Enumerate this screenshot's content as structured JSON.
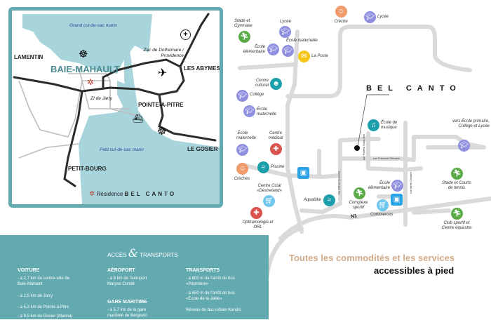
{
  "inset_map": {
    "seas": {
      "north": "Grand cul-de-sac marin",
      "south": "Petit cul-de-sac marin"
    },
    "towns": {
      "lamentin": "LAMENTIN",
      "baie_mahault": "BAIE-MAHAULT",
      "les_abymes": "LES ABYMES",
      "pointe_a_pitre": "POINTE-A-PITRE",
      "le_gosier": "LE GOSIER",
      "petit_bourg": "PETIT-BOURG"
    },
    "areas": {
      "zac": "Zac de Dothémare / Providence",
      "zi": "ZI de Jarry"
    },
    "legend": {
      "prefix": "Résidence",
      "name": "BEL CANTO",
      "marker_color": "#c0392b"
    },
    "colors": {
      "water": "#a8d4dc",
      "frame": "#62a9b0",
      "main_road": "#2b2b2b",
      "secondary_road": "#bdbdbd"
    }
  },
  "local_map": {
    "residence": "BEL CANTO",
    "road": "N1",
    "streets": {
      "saint_eloi": "rue Patrick Saint-Eloi",
      "glissant": "rue Edouard Glissant",
      "gravelot": "rue Arthur Gravelot",
      "cesaire": "rue Aimé Césaire"
    },
    "poi": [
      {
        "label": "Crèche",
        "icon": "baby-icon",
        "color": "#ee9a6a"
      },
      {
        "label": "Lycée",
        "icon": "graduation-cap-icon",
        "color": "#8f8fe0"
      },
      {
        "label": "Stade et Gymnase",
        "icon": "runner-icon",
        "color": "#5aab47"
      },
      {
        "label": "Lycée",
        "icon": "graduation-cap-icon",
        "color": "#8f8fe0"
      },
      {
        "label": "École élémentaire",
        "icon": "graduation-cap-icon",
        "color": "#8f8fe0"
      },
      {
        "label": "École maternelle",
        "icon": "graduation-cap-icon",
        "color": "#8f8fe0"
      },
      {
        "label": "La Poste",
        "icon": "envelope-icon",
        "color": "#f5c518"
      },
      {
        "label": "Centre culturel",
        "icon": "theater-masks-icon",
        "color": "#1c9faa"
      },
      {
        "label": "Collège",
        "icon": "graduation-cap-icon",
        "color": "#8f8fe0"
      },
      {
        "label": "École maternelle",
        "icon": "graduation-cap-icon",
        "color": "#8f8fe0"
      },
      {
        "label": "École de musique",
        "icon": "music-note-icon",
        "color": "#1c9faa"
      },
      {
        "label": "vers École primaire, Collège et Lycée",
        "icon": "graduation-cap-icon",
        "color": "#8f8fe0"
      },
      {
        "label": "École maternelle",
        "icon": "graduation-cap-icon",
        "color": "#8f8fe0"
      },
      {
        "label": "Centre médical",
        "icon": "medical-cross-icon",
        "color": "#d9534f"
      },
      {
        "label": "Crèches",
        "icon": "baby-icon",
        "color": "#ee9a6a"
      },
      {
        "label": "Piscine",
        "icon": "swimmer-icon",
        "color": "#1c9faa"
      },
      {
        "label": "",
        "icon": "bus-icon",
        "color": "#2aa3e6"
      },
      {
        "label": "Centre Ccial «Destreland»",
        "icon": "shopping-cart-icon",
        "color": "#6fc6ee"
      },
      {
        "label": "Opthamologie et ORL",
        "icon": "medical-cross-icon",
        "color": "#d9534f"
      },
      {
        "label": "Aquabike",
        "icon": "swimmer-icon",
        "color": "#1c9faa"
      },
      {
        "label": "Complexe sportif",
        "icon": "runner-icon",
        "color": "#5aab47"
      },
      {
        "label": "École élémentaire",
        "icon": "graduation-cap-icon",
        "color": "#8f8fe0"
      },
      {
        "label": "",
        "icon": "bus-icon",
        "color": "#2aa3e6"
      },
      {
        "label": "Commerces",
        "icon": "shopping-cart-icon",
        "color": "#6fc6ee"
      },
      {
        "label": "Stade et Courts de tennis",
        "icon": "runner-icon",
        "color": "#5aab47"
      },
      {
        "label": "Club sportif et Centre équestre",
        "icon": "runner-icon",
        "color": "#5aab47"
      }
    ]
  },
  "access": {
    "title_left": "ACCÈS",
    "title_amp": "&",
    "title_right": "TRANSPORTS",
    "voiture": {
      "title": "VOITURE",
      "items": [
        "-  à 2,7 km du centre-ville de",
        "    Baie-Mahault",
        "-  à 2,5 km de Jarry",
        "-  à 5,3 km de Pointe-à-Pitre",
        "-  à 9,5 km du Gosier (Marina)"
      ]
    },
    "aeroport": {
      "title": "AÉROPORT",
      "items": [
        "-  à 8 km de l'aéroport",
        "    Maryse Condé"
      ]
    },
    "gare": {
      "title": "GARE MARITIME",
      "items": [
        "-  à 5,7 km de la gare",
        "    maritime de Bergevin"
      ]
    },
    "transports": {
      "title": "TRANSPORTS",
      "items": [
        "-  à 600 m de l'arrêt de bus",
        "    «Pépinière»",
        "-  à 650 m de l'arrêt de bus",
        "    «Ecole de la Jaille»",
        "    Réseau de bus urbain Karulis"
      ]
    }
  },
  "tagline": {
    "line1": "Toutes les commodités et les services",
    "line2": "accessibles à pied"
  }
}
